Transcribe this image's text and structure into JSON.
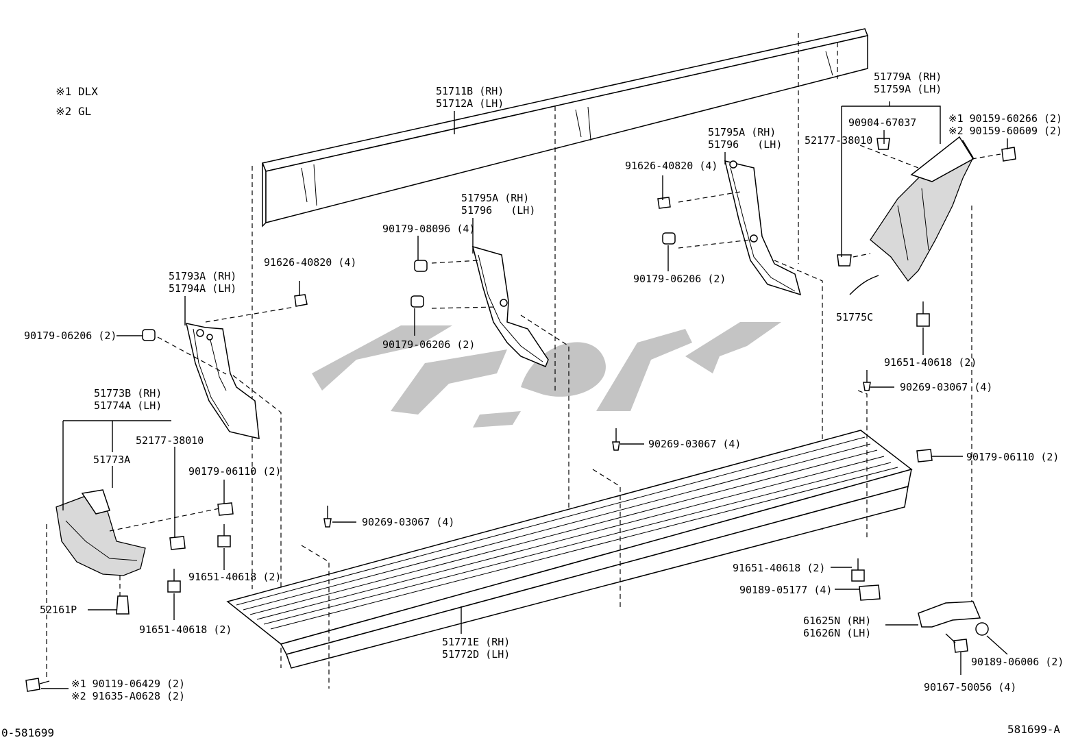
{
  "legend": [
    {
      "mark": "※1",
      "text": "DLX"
    },
    {
      "mark": "※2",
      "text": "GL"
    }
  ],
  "refs": {
    "left": "0-581699",
    "right": "581699-A"
  },
  "labels": {
    "l51711": "51711B (RH)\n51712A (LH)",
    "l51795_mid": "51795A (RH)\n51796   (LH)",
    "l51795_right": "51795A (RH)\n51796   (LH)",
    "l51779": "51779A (RH)\n51759A (LH)",
    "l90904": "90904-67037",
    "l52177_right": "52177-38010",
    "l90159": "※1 90159-60266 (2)\n※2 90159-60609 (2)",
    "l91626_right": "91626-40820 (4)",
    "l90179_08096": "90179-08096 (4)",
    "l91626_left": "91626-40820 (4)",
    "l51793": "51793A (RH)\n51794A (LH)",
    "l90179_06206_left": "90179-06206 (2)",
    "l90179_06206_mid": "90179-06206 (2)",
    "l90179_06206_right": "90179-06206 (2)",
    "l51775C": "51775C",
    "l91651_right_top": "91651-40618 (2)",
    "l90269_right": "90269-03067 (4)",
    "l90269_mid": "90269-03067 (4)",
    "l90269_left": "90269-03067 (4)",
    "l90179_06110_right": "90179-06110 (2)",
    "l51773": "51773B (RH)\n51774A (LH)",
    "l52177_left": "52177-38010",
    "l51773A": "51773A",
    "l90179_06110_left": "90179-06110 (2)",
    "l91651_left_mid": "91651-40618 (2)",
    "l91651_left_bot": "91651-40618 (2)",
    "l52161P": "52161P",
    "l90119": "※1 90119-06429 (2)\n※2 91635-A0628 (2)",
    "l51771": "51771E (RH)\n51772D (LH)",
    "l91651_right_bot": "91651-40618 (2)",
    "l90189_05177": "90189-05177 (4)",
    "l61625": "61625N (RH)\n61626N (LH)",
    "l90189_06006": "90189-06006 (2)",
    "l90167": "90167-50056 (4)"
  },
  "colors": {
    "line": "#000000",
    "shade": "#d9d9d9",
    "watermark": "#c4c4c4"
  }
}
